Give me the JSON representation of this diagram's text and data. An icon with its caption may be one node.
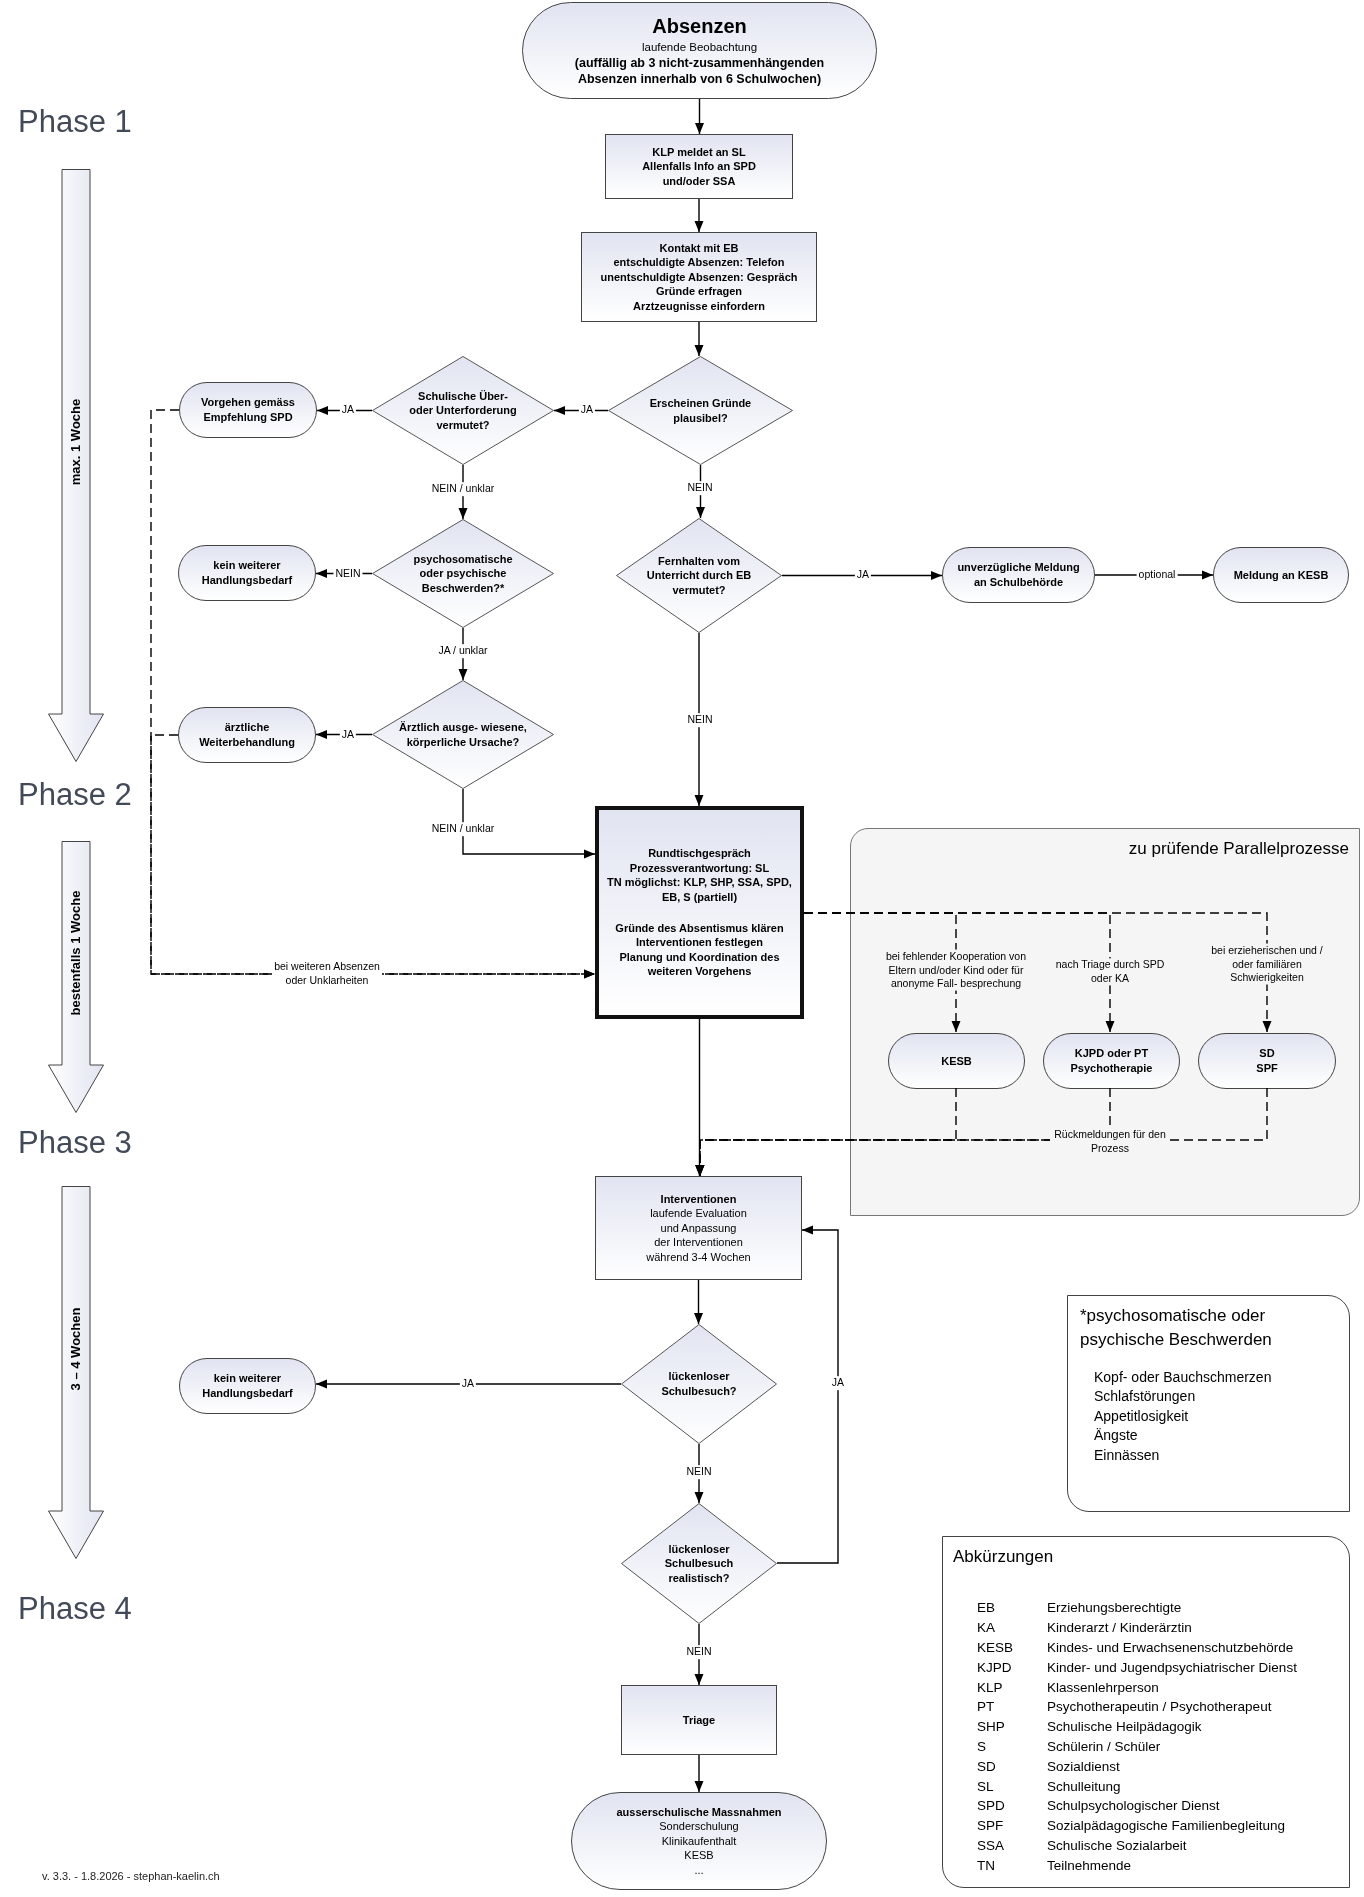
{
  "diagram": {
    "nodes": [
      {
        "text": [
          "Absenzen",
          "laufende Beobachtung",
          "(auffällig ab 3 nicht-zusammenhängenden Absenzen innerhalb von 6 Schulwochen)"
        ]
      },
      {
        "text": [
          "KLP meldet an SL",
          "Allenfalls Info an SPD",
          "und/oder SSA"
        ]
      },
      {
        "text": [
          "Kontakt mit EB",
          "entschuldigte Absenzen: Telefon",
          "unentschuldigte Absenzen: Gespräch",
          "Gründe erfragen",
          "Arztzeugnisse einfordern"
        ]
      },
      {
        "text": [
          "Erscheinen Gründe plausibel?"
        ]
      },
      {
        "text": [
          "Schulische Über- oder Unterforderung vermutet?"
        ]
      },
      {
        "text": [
          "Vorgehen gemäss Empfehlung SPD"
        ]
      },
      {
        "text": [
          "psychosomatische oder psychische Beschwerden?*"
        ]
      },
      {
        "text": [
          "kein weiterer Handlungsbedarf"
        ]
      },
      {
        "text": [
          "Fernhalten vom Unterricht durch EB vermutet?"
        ]
      },
      {
        "text": [
          "unverzügliche Meldung an Schulbehörde"
        ]
      },
      {
        "text": [
          "Meldung an KESB"
        ]
      },
      {
        "text": [
          "Ärztlich ausge- wiesene, körperliche Ursache?"
        ]
      },
      {
        "text": [
          "ärztliche Weiterbehandlung"
        ]
      },
      {
        "text": [
          "Rundtischgespräch",
          "Prozessverantwortung: SL",
          "TN möglichst: KLP, SHP, SSA, SPD, EB, S (partiell)",
          "Gründe des Absentismus klären",
          "Interventionen festlegen",
          "Planung und Koordination des weiteren Vorgehens"
        ]
      },
      {
        "text": [
          "zu prüfende Parallelprozesse"
        ]
      },
      {
        "text": [
          "KESB"
        ],
        "in": 14
      },
      {
        "text": [
          "KJPD oder PT",
          "Psychotherapie"
        ],
        "in": 14
      },
      {
        "text": [
          "SD",
          "SPF"
        ],
        "in": 14
      },
      {
        "text": [
          "Interventionen",
          "laufende Evaluation",
          "und Anpassung",
          "der Interventionen",
          "während 3-4 Wochen"
        ]
      },
      {
        "text": [
          "lückenloser Schulbesuch?"
        ]
      },
      {
        "text": [
          "kein weiterer Handlungsbedarf"
        ]
      },
      {
        "text": [
          "lückenloser Schulbesuch realistisch?"
        ]
      },
      {
        "text": [
          "Triage"
        ]
      },
      {
        "text": [
          "ausserschulische Massnahmen",
          "Sonderschulung",
          "Klinikaufenthalt",
          "KESB",
          "..."
        ]
      },
      {
        "text": [
          "*psychosomatische oder psychische Beschwerden",
          "Kopf- oder Bauchschmerzen",
          "Schlafstörungen",
          "Appetitlosigkeit",
          "Ängste",
          "Einnässen"
        ]
      },
      {
        "text": [
          "Abkürzungen",
          "EB",
          "Erziehungsberechtigte",
          "KA",
          "Kinderarzt / Kinderärztin",
          "KESB",
          "Kindes- und Erwachsenenschutzbehörde",
          "KJPD",
          "Kinder- und Jugendpsychiatrischer Dienst",
          "KLP",
          "Klassenlehrperson",
          "PT",
          "Psychotherapeutin / Psychotherapeut",
          "SHP",
          "Schulische Heilpädagogik",
          "S",
          "Schülerin / Schüler",
          "SD",
          "Sozialdienst",
          "SL",
          "Schulleitung",
          "SPD",
          "Schulpsychologischer Dienst",
          "SPF",
          "Sozialpädagogische Familienbegleitung",
          "SSA",
          "Schulische Sozialarbeit",
          "TN",
          "Teilnehmende"
        ]
      },
      {
        "text": [
          "max. 1 Woche"
        ]
      },
      {
        "text": [
          "bestenfalls 1 Woche"
        ]
      },
      {
        "text": [
          "3 – 4 Wochen"
        ]
      }
    ],
    "edges": [
      {
        "from": 0,
        "to": 1,
        "arrow": "to"
      },
      {
        "from": 1,
        "to": 2,
        "arrow": "to"
      },
      {
        "from": 2,
        "to": 3,
        "arrow": "to"
      },
      {
        "from": 3,
        "to": 4,
        "arrow": "to",
        "label": "JA"
      },
      {
        "from": 4,
        "to": 5,
        "arrow": "to",
        "label": "JA"
      },
      {
        "from": 4,
        "to": 6,
        "arrow": "to",
        "label": "NEIN / unklar"
      },
      {
        "from": 6,
        "to": 7,
        "arrow": "to",
        "label": "NEIN"
      },
      {
        "from": 6,
        "to": 11,
        "arrow": "to",
        "label": "JA / unklar"
      },
      {
        "from": 11,
        "to": 12,
        "arrow": "to",
        "label": "JA"
      },
      {
        "from": 11,
        "to": 13,
        "arrow": "to",
        "label": "NEIN / unklar"
      },
      {
        "from": 3,
        "to": 8,
        "arrow": "to",
        "label": "NEIN"
      },
      {
        "from": 8,
        "to": 9,
        "arrow": "to",
        "label": "JA"
      },
      {
        "from": 9,
        "to": 10,
        "arrow": "to",
        "label": "optional"
      },
      {
        "from": 8,
        "to": 13,
        "arrow": "to",
        "label": "NEIN"
      },
      {
        "from": 5,
        "to": 13,
        "arrow": "to",
        "style": "dashed",
        "label": "bei weiteren Absenzen oder Unklarheiten"
      },
      {
        "from": 12,
        "to": 13,
        "arrow": "to",
        "style": "dashed"
      },
      {
        "from": 13,
        "to": 15,
        "arrow": "to",
        "style": "dashed",
        "label": "bei fehlender Kooperation von Eltern und/oder Kind oder für anonyme Fall- besprechung"
      },
      {
        "from": 13,
        "to": 16,
        "arrow": "to",
        "style": "dashed",
        "label": "nach Triage durch SPD oder KA"
      },
      {
        "from": 13,
        "to": 17,
        "arrow": "to",
        "style": "dashed",
        "label": "bei erzieherischen und / oder familiären Schwierigkeiten"
      },
      {
        "from": 15,
        "to": 18,
        "arrow": "to",
        "style": "dashed"
      },
      {
        "from": 16,
        "to": 18,
        "arrow": "to",
        "style": "dashed",
        "label": "Rückmeldungen für den Prozess"
      },
      {
        "from": 17,
        "to": 18,
        "arrow": "to",
        "style": "dashed"
      },
      {
        "from": 13,
        "to": 18,
        "arrow": "to"
      },
      {
        "from": 18,
        "to": 19,
        "arrow": "to"
      },
      {
        "from": 19,
        "to": 20,
        "arrow": "to",
        "label": "JA"
      },
      {
        "from": 19,
        "to": 21,
        "arrow": "to",
        "label": "NEIN"
      },
      {
        "from": 21,
        "to": 18,
        "arrow": "to",
        "label": "JA"
      },
      {
        "from": 21,
        "to": 22,
        "arrow": "to",
        "label": "NEIN"
      },
      {
        "from": 22,
        "to": 23,
        "arrow": "to"
      }
    ],
    "labels": [
      "Phase 1",
      "Phase 2",
      "Phase 3",
      "Phase 4",
      "v. 3.3. - 1.8.2026 - stephan-kaelin.ch"
    ]
  }
}
